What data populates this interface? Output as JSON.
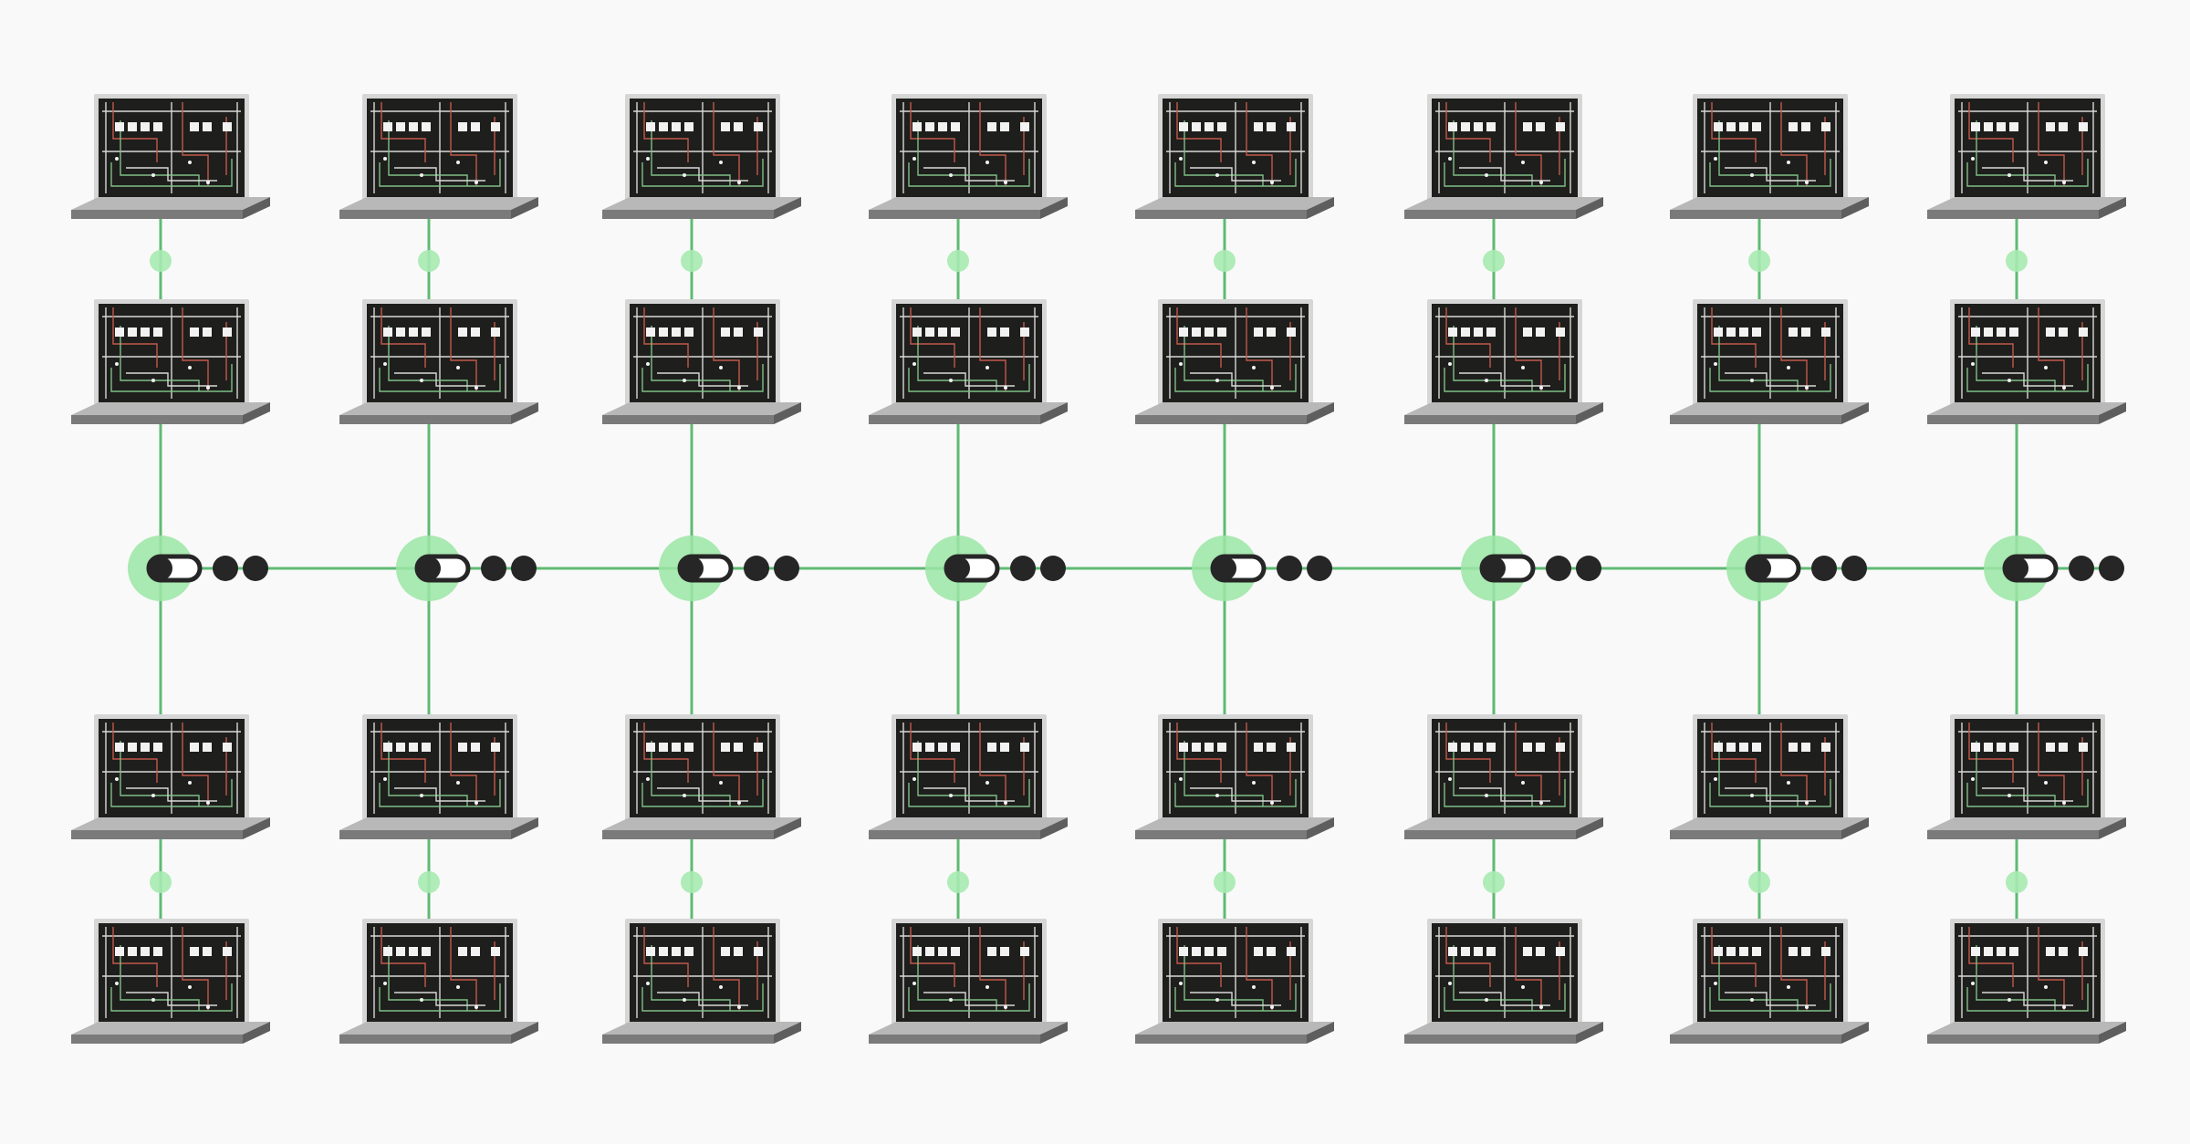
{
  "diagram": {
    "columns": 8,
    "rows_above_bus": 2,
    "rows_below_bus": 2,
    "node_type": "laptop",
    "node_screen_content": "circuit-schematic",
    "bus_connector": "switch-with-ellipsis",
    "link_style": "solid-line"
  },
  "colors": {
    "background": "#f9f9f9",
    "link": "#5fba73",
    "node_halo": "#9be6a6",
    "hop_dot": "#a6eab0",
    "switch_dark": "#262626",
    "laptop_bezel": "#d6d6d6",
    "laptop_screen": "#1e1e1c",
    "laptop_deck_top": "#b8b8b8",
    "laptop_deck_front": "#7a7a7a",
    "schematic_red": "#c2594a",
    "schematic_green": "#7fbf86",
    "schematic_light": "#d8d8d8"
  },
  "icons": {
    "laptop": "laptop-icon",
    "switch": "switch-icon",
    "ellipsis": "ellipsis-icon"
  }
}
